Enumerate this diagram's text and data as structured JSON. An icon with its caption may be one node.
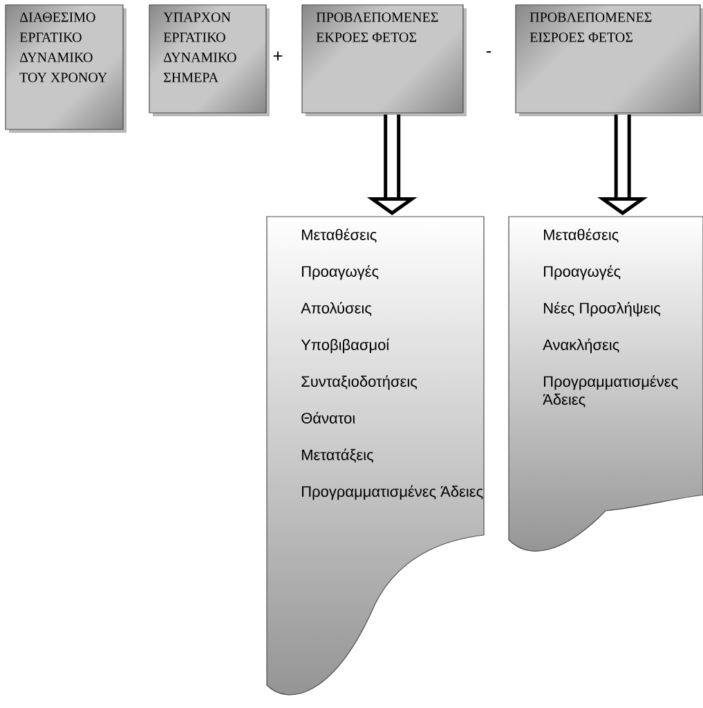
{
  "diagram": {
    "nodes": [
      {
        "text": [
          "ΔΙΑΘΕΣΙΜΟ ΕΡΓΑΤΙΚΟ ΔΥΝΑΜΙΚΟ ΤΟΥ ΧΡΟΝΟΥ"
        ]
      },
      {
        "text": [
          "ΥΠΑΡΧΟΝ ΕΡΓΑΤΙΚΟ ΔΥΝΑΜΙΚΟ ΣΗΜΕΡΑ"
        ]
      },
      {
        "text": [
          "ΠΡΟΒΛΕΠΟΜΕΝΕΣ ΕΚΡΟΕΣ ΦΕΤΟΣ"
        ]
      },
      {
        "text": [
          "ΠΡΟΒΛΕΠΟΜΕΝΕΣ ΕΙΣΡΟΕΣ ΦΕΤΟΣ"
        ]
      },
      {
        "text": [
          "Μεταθέσεις",
          "Προαγωγές",
          "Απολύσεις",
          "Υποβιβασμοί",
          "Συνταξιοδοτήσεις",
          "Θάνατοι",
          "Μετατάξεις",
          "Προγραμματισμένες Άδειες"
        ]
      },
      {
        "text": [
          "Μεταθέσεις",
          "Προαγωγές",
          "Νέες Προσλήψεις",
          "Ανακλήσεις",
          "Προγραμματισμένες Άδειες"
        ]
      }
    ],
    "edges": [
      {
        "from": 2,
        "to": 4,
        "arrow": "to"
      },
      {
        "from": 3,
        "to": 5,
        "arrow": "to"
      }
    ],
    "labels": [
      "+",
      "-"
    ]
  }
}
